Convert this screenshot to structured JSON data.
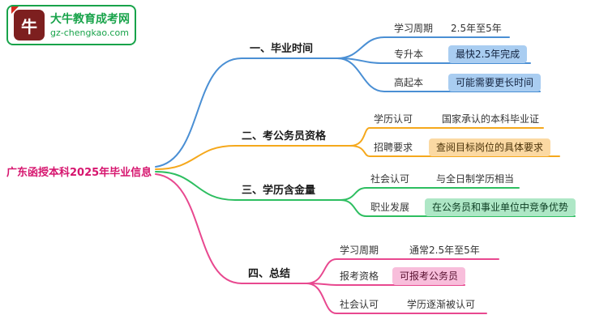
{
  "site": {
    "name": "大牛教育成考网",
    "domain": "gz-chengkao.com",
    "logo_glyph": "牛",
    "brand_color": "#18a34a",
    "logo_color": "#7d1f1f"
  },
  "root": {
    "label": "广东函授本科2025年毕业信息",
    "color": "#d6156e"
  },
  "branches": [
    {
      "label": "一、毕业时间",
      "color": "#4a8fd4",
      "children": [
        {
          "label": "学习周期",
          "value": "2.5年至5年",
          "highlighted": false
        },
        {
          "label": "专升本",
          "value": "最快2.5年完成",
          "highlighted": true
        },
        {
          "label": "高起本",
          "value": "可能需要更长时间",
          "highlighted": true
        }
      ]
    },
    {
      "label": "二、考公务员资格",
      "color": "#f5a81c",
      "children": [
        {
          "label": "学历认可",
          "value": "国家承认的本科毕业证",
          "highlighted": false
        },
        {
          "label": "招聘要求",
          "value": "查阅目标岗位的具体要求",
          "highlighted": true
        }
      ]
    },
    {
      "label": "三、学历含金量",
      "color": "#2dbe60",
      "children": [
        {
          "label": "社会认可",
          "value": "与全日制学历相当",
          "highlighted": false
        },
        {
          "label": "职业发展",
          "value": "在公务员和事业单位中竞争优势",
          "highlighted": true
        }
      ]
    },
    {
      "label": "四、总结",
      "color": "#e8488f",
      "children": [
        {
          "label": "学习周期",
          "value": "通常2.5年至5年",
          "highlighted": false
        },
        {
          "label": "报考资格",
          "value": "可报考公务员",
          "highlighted": true
        },
        {
          "label": "社会认可",
          "value": "学历逐渐被认可",
          "highlighted": false
        }
      ]
    }
  ]
}
